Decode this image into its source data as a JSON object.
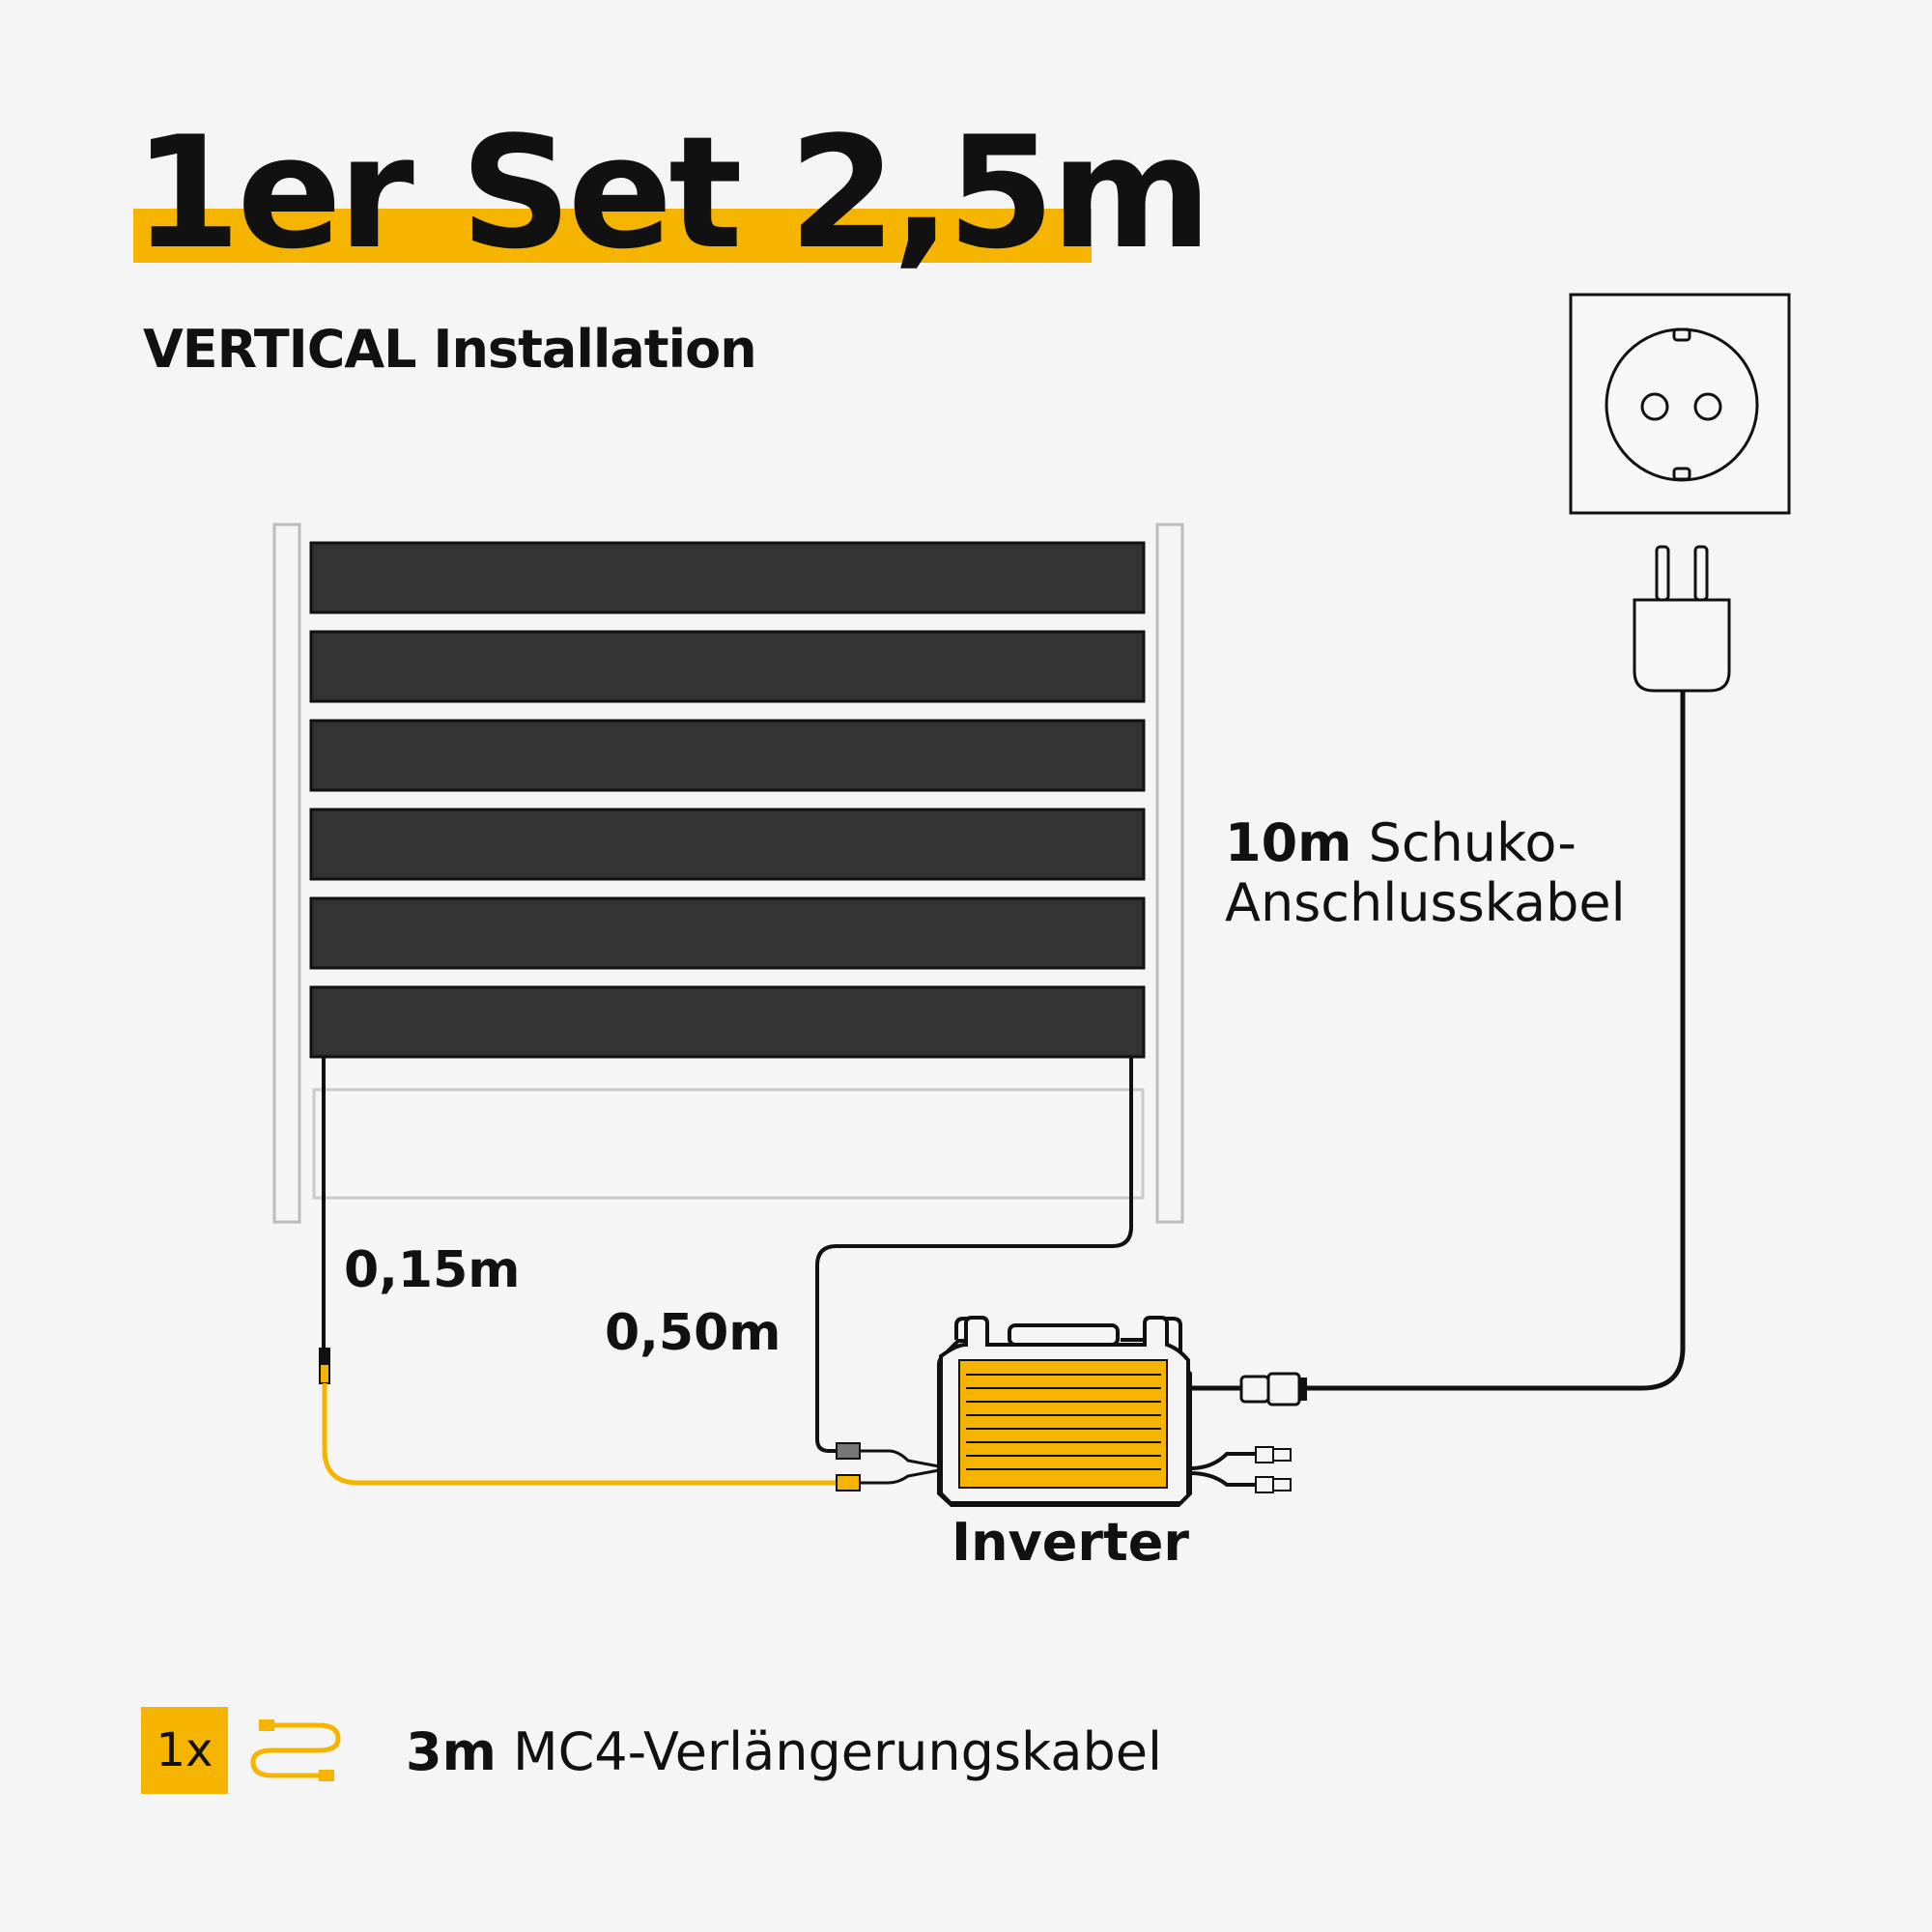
{
  "title": "1er Set 2,5m",
  "subtitle": "VERTICAL Installation",
  "labels": {
    "short_cable": "0,15m",
    "long_cable": "0,50m",
    "schuko_length": "10m",
    "schuko_text": "Schuko-",
    "schuko_text2": "Anschlusskabel",
    "inverter": "Inverter"
  },
  "accessory": {
    "quantity": "1x",
    "length": "3m",
    "name": "MC4-Verlängerungskabel"
  },
  "colors": {
    "accent": "#f5b400",
    "panel": "#333333",
    "background": "#f5f5f5"
  },
  "icons": [
    "wall-socket-icon",
    "schuko-plug-icon",
    "inverter-icon",
    "mc4-cable-icon"
  ]
}
